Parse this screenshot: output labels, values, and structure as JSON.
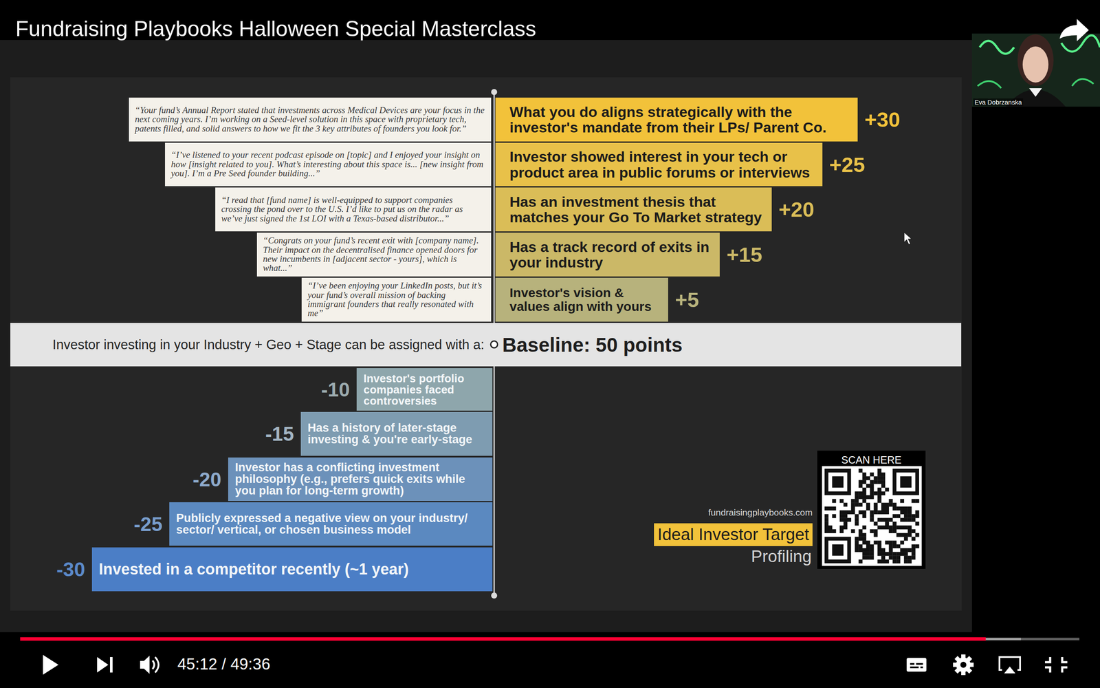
{
  "diagram": {
    "title": "Fundraising Playbooks Halloween Special Masterclass",
    "nodes": [
      {
        "text": [
          "“Your fund’s Annual Report stated that investments across Medical Devices are your focus in the next coming years. I’m working on a Seed-level solution in this space with proprietary tech, patents filled, and solid answers to how we fit the 3 key attributes of founders you look for.”"
        ]
      },
      {
        "text": [
          "What you do aligns strategically with the investor's mandate from their LPs/ Parent Co.",
          "+30"
        ]
      },
      {
        "text": [
          "“I’ve listened to your recent podcast episode on [topic] and I enjoyed your insight on how [insight related to you]. What’s interesting about this space is... [new insight from you]. I’m a Pre Seed founder building...”"
        ]
      },
      {
        "text": [
          "Investor showed interest in your tech or product area in public forums or interviews",
          "+25"
        ]
      },
      {
        "text": [
          "“I read that [fund name] is well-equipped to support companies crossing the pond over to the U.S. I’d like to put us on the radar as we’ve just signed the 1st LOI with a Texas-based distributor...”"
        ]
      },
      {
        "text": [
          "Has an investment thesis that matches your Go To Market strategy",
          "+20"
        ]
      },
      {
        "text": [
          "“Congrats on your fund’s recent exit with [company name]. Their impact on the decentralised finance opened doors for new incumbents in [adjacent sector - yours], which is what...”"
        ]
      },
      {
        "text": [
          "Has a track record of exits in your industry",
          "+15"
        ]
      },
      {
        "text": [
          "“I’ve been enjoying your LinkedIn posts, but it’s your fund’s overall mission of backing immigrant founders that really resonated with me”"
        ]
      },
      {
        "text": [
          "Investor's vision & values align with yours",
          "+5"
        ]
      },
      {
        "text": [
          "Investor investing in your Industry + Geo + Stage can be assigned with a:",
          "Baseline: 50 points"
        ]
      },
      {
        "text": [
          "-10",
          "Investor's portfolio companies faced controversies"
        ]
      },
      {
        "text": [
          "-15",
          "Has a history of later-stage investing & you're early-stage"
        ]
      },
      {
        "text": [
          "-20",
          "Investor has a conflicting investment philosophy (e.g., prefers quick exits while you plan for long-term growth)"
        ]
      },
      {
        "text": [
          "-25",
          "Publicly expressed a negative view on your industry/ sector/ vertical, or chosen business model"
        ]
      },
      {
        "text": [
          "-30",
          "Invested in a competitor recently (~1 year)"
        ]
      },
      {
        "text": [
          "Ideal Investor Target"
        ]
      },
      {
        "text": [
          "SCAN HERE"
        ]
      }
    ],
    "labels": [
      "fundraisingplaybooks.com",
      "Profiling",
      "Eva Dobrzanska",
      "45:12 / 49:36"
    ]
  }
}
